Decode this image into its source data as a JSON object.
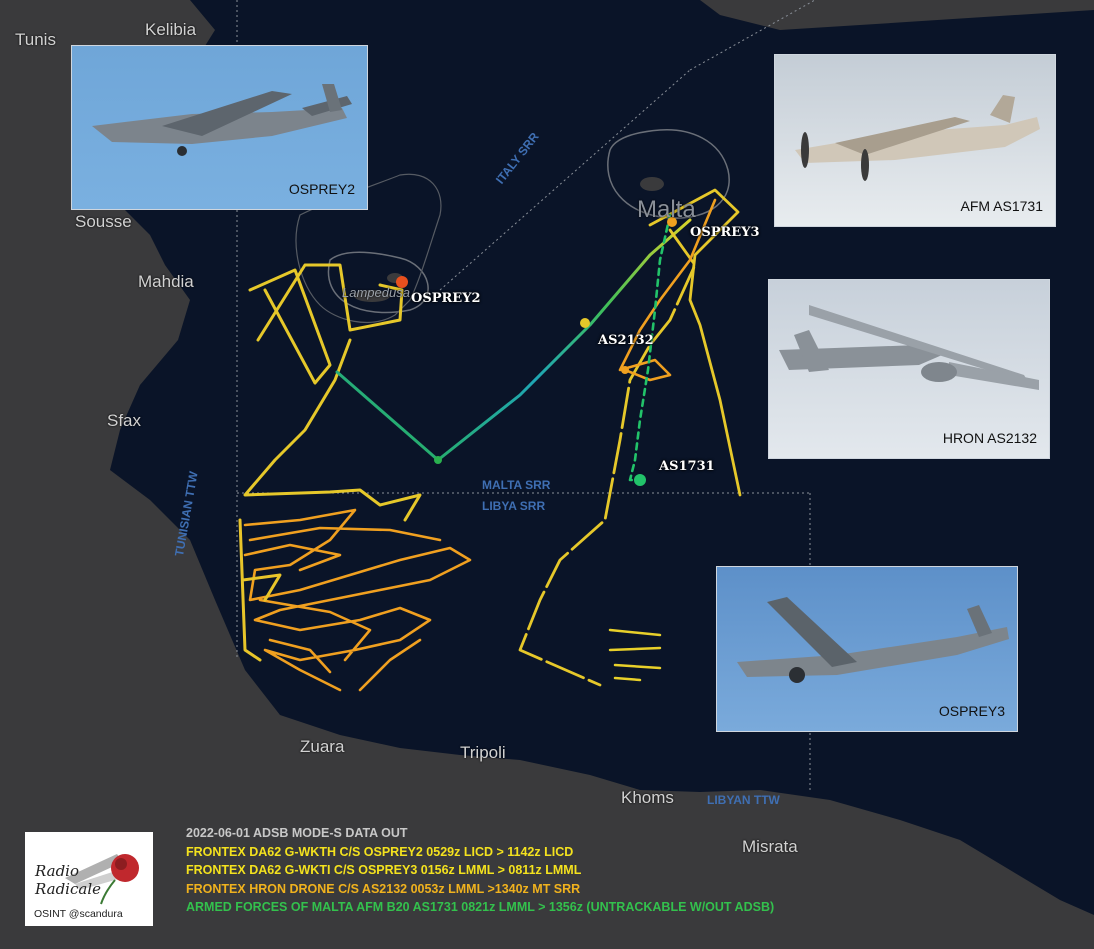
{
  "places": {
    "tunis": "Tunis",
    "kelibia": "Kelibia",
    "sousse": "Sousse",
    "mahdia": "Mahdia",
    "sfax": "Sfax",
    "lampedusa": "Lampedusa",
    "malta": "Malta",
    "zuara": "Zuara",
    "tripoli": "Tripoli",
    "khoms": "Khoms",
    "misrata": "Misrata"
  },
  "zones": {
    "italy_srr": "ITALY SRR",
    "malta_srr": "MALTA SRR",
    "libya_srr": "LIBYA SRR",
    "tunisian_ttw": "TUNISIAN TTW",
    "libyan_ttw": "LIBYAN TTW"
  },
  "callsigns": {
    "osprey2": "OSPREY2",
    "osprey3": "OSPREY3",
    "as2132": "AS2132",
    "as1731": "AS1731"
  },
  "photos": [
    {
      "caption": "OSPREY2"
    },
    {
      "caption": "AFM AS1731"
    },
    {
      "caption": "HRON AS2132"
    },
    {
      "caption": "OSPREY3"
    }
  ],
  "legend": {
    "header": "2022-06-01 ADSB MODE-S DATA OUT",
    "line1": "FRONTEX DA62 G-WKTH C/S OSPREY2 0529z LICD > 1142z LICD",
    "line2": "FRONTEX DA62 G-WKTI C/S OSPREY3 0156z LMML > 0811z LMML",
    "line3": "FRONTEX HRON DRONE C/S AS2132 0053z LMML >1340z MT SRR",
    "line4": "ARMED FORCES OF MALTA AFM B20 AS1731 0821z LMML > 1356z (UNTRACKABLE W/OUT ADSB)"
  },
  "logo": {
    "line1": "Radio",
    "line2": "Radicale",
    "credit": "OSINT @scandura"
  },
  "colors": {
    "sea": "#0a1428",
    "land": "#3a3a3c",
    "track_yellow": "#e6c82a",
    "track_orange": "#f0a020",
    "track_green": "#22c36a",
    "legend_header": "#c8c8c8",
    "legend_yellow": "#f4e21e",
    "legend_orange": "#f0b21e",
    "legend_green": "#33c14d"
  }
}
